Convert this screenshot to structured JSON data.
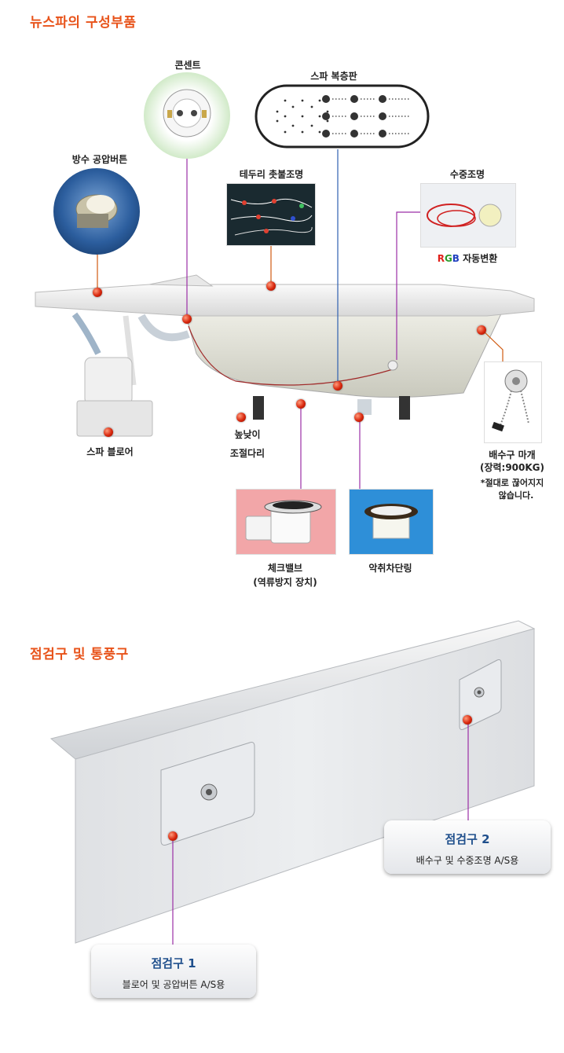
{
  "section1": {
    "title": "뉴스파의 구성부품"
  },
  "labels": {
    "outlet": "콘센트",
    "spa_plate": "스파 복층판",
    "air_button": "방수 공압버튼",
    "edge_light": "테두리 촛불조명",
    "underwater_light": "수중조명",
    "rgb_r": "R",
    "rgb_g": "G",
    "rgb_b": "B",
    "rgb_suffix": " 자동변환",
    "blower": "스파 블로어",
    "leg_line1": "높낮이",
    "leg_line2": "조절다리",
    "drain_cap": "배수구 마개",
    "drain_cap_spec": "(장력:900KG)",
    "drain_note_line1": "*절대로 끊어지지",
    "drain_note_line2": "않습니다.",
    "check_valve_line1": "체크밸브",
    "check_valve_line2": "(역류방지 장치)",
    "odor_ring": "악취차단링"
  },
  "section2": {
    "title": "점검구 및 통풍구"
  },
  "inspection": [
    {
      "title": "점검구 2",
      "desc": "배수구 및 수중조명 A/S용"
    },
    {
      "title": "점검구 1",
      "desc": "블로어 및 공압버튼 A/S용"
    }
  ],
  "colors": {
    "accent": "#e8531a",
    "rgb_red": "#e0201a",
    "rgb_green": "#2a9a2a",
    "rgb_blue": "#2040c0",
    "callout_title": "#1f4f8c",
    "lead_purple": "#9b2fa6",
    "lead_orange": "#d05a10",
    "lead_blue": "#3060b0"
  }
}
